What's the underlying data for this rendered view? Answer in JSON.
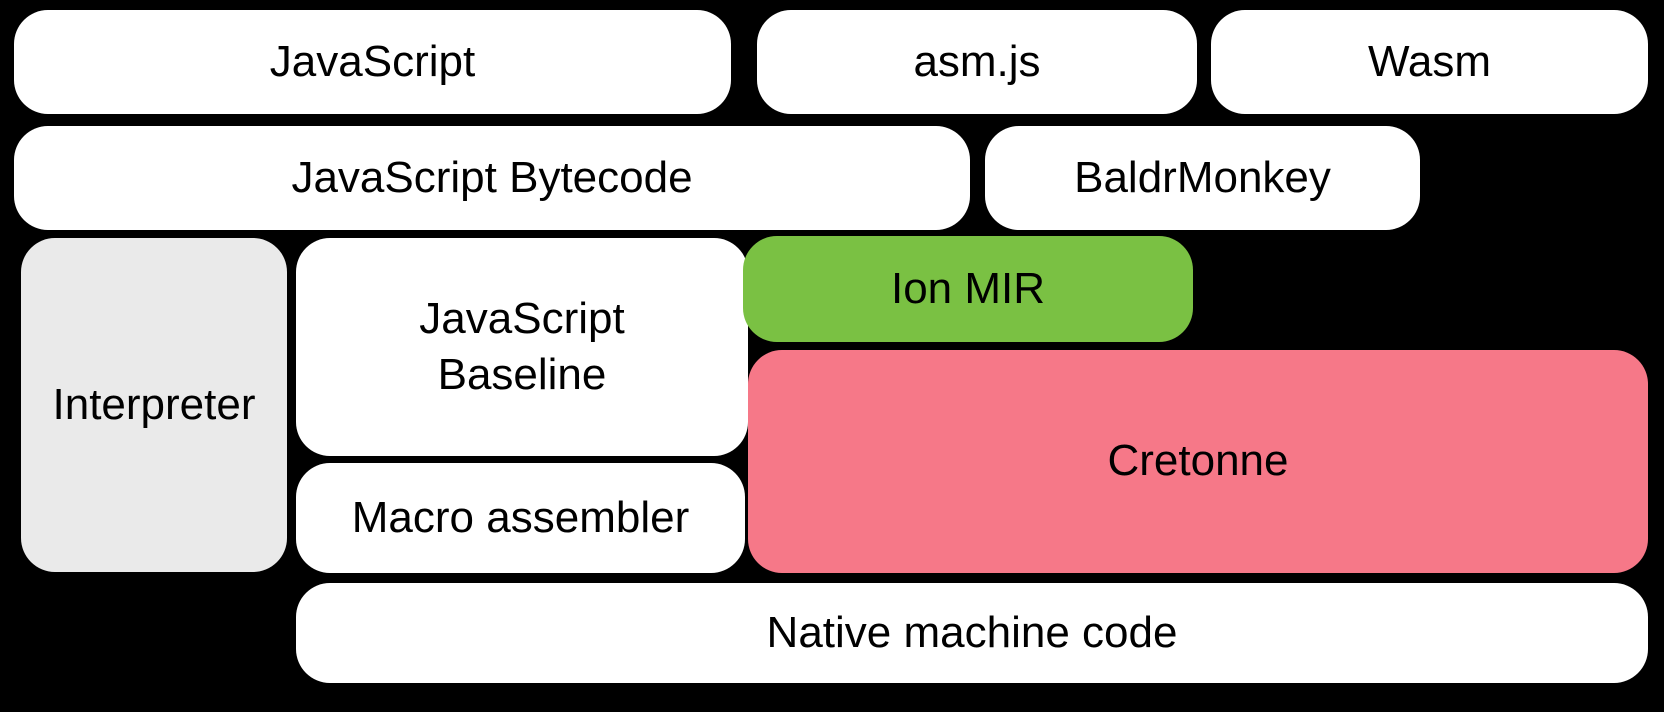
{
  "diagram": {
    "title": "Compiler pipeline diagram",
    "background_color": "#000000",
    "text_color": "#000000",
    "colors": {
      "default_box": "#ffffff",
      "interpreter_gray": "#eaeaea",
      "ion_green": "#7ac143",
      "cretonne_pink": "#f67888"
    },
    "boxes": [
      {
        "id": "javascript",
        "label": "JavaScript",
        "color": "#ffffff"
      },
      {
        "id": "asmjs",
        "label": "asm.js",
        "color": "#ffffff"
      },
      {
        "id": "wasm",
        "label": "Wasm",
        "color": "#ffffff"
      },
      {
        "id": "bytecode",
        "label": "JavaScript Bytecode",
        "color": "#ffffff"
      },
      {
        "id": "baldrmonkey",
        "label": "BaldrMonkey",
        "color": "#ffffff"
      },
      {
        "id": "interpreter",
        "label": "Interpreter",
        "color": "#eaeaea"
      },
      {
        "id": "baseline",
        "label": "JavaScript\nBaseline",
        "color": "#ffffff"
      },
      {
        "id": "ionmir",
        "label": "Ion MIR",
        "color": "#7ac143"
      },
      {
        "id": "cretonne",
        "label": "Cretonne",
        "color": "#f67888"
      },
      {
        "id": "macroassembler",
        "label": "Macro assembler",
        "color": "#ffffff"
      },
      {
        "id": "nativecode",
        "label": "Native machine code",
        "color": "#ffffff"
      }
    ]
  }
}
